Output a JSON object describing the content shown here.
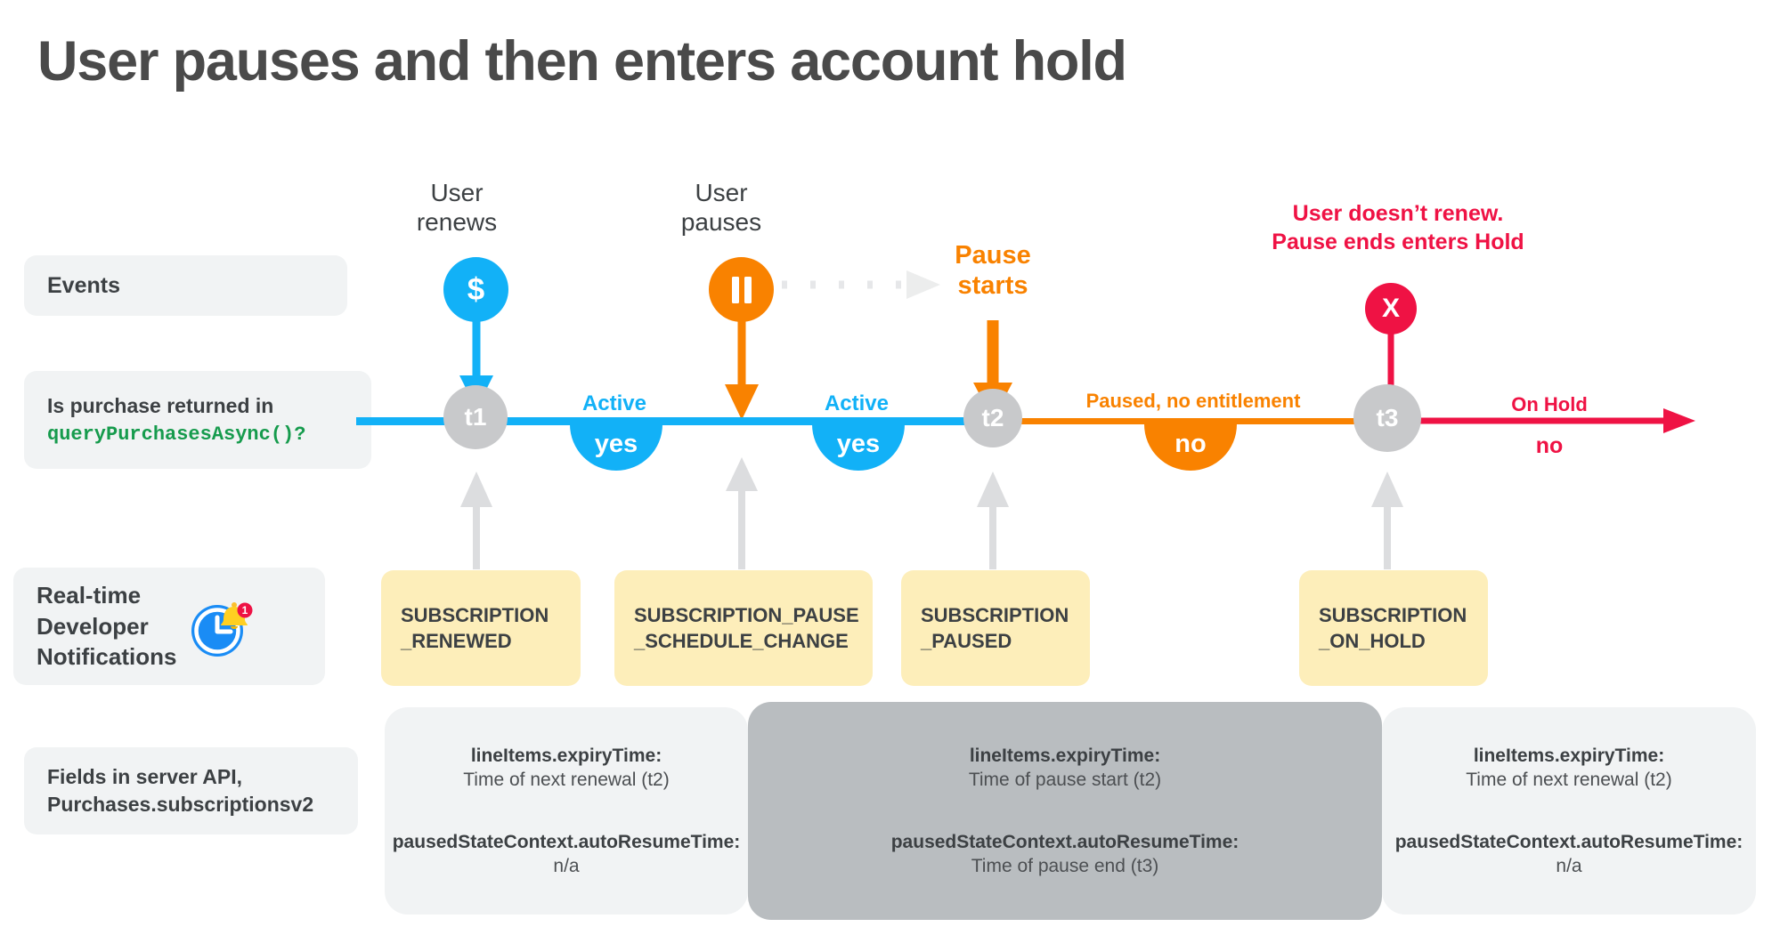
{
  "page": {
    "title": "User pauses and then enters account hold"
  },
  "colors": {
    "blue": "#12b1f7",
    "orange": "#f98200",
    "crimson": "#ef1244",
    "gray_node": "#c8c9cb",
    "gray_arrow": "#dcdddf",
    "yellow_card": "#fdeeba",
    "light_card": "#f1f3f4",
    "dark_card": "#b9bdc0",
    "code_green": "#169b4d",
    "text": "#3c4043"
  },
  "row_labels": {
    "events": "Events",
    "query_line1": "Is purchase returned in",
    "query_code": "queryPurchasesAsync()?",
    "rtdn": "Real-time\nDeveloper\nNotifications",
    "rtdn_icon": "clock-bell-notification-icon",
    "fields": "Fields in server API,\nPurchases.subscriptionsv2"
  },
  "events": [
    {
      "id": "user-renews",
      "caption": "User\nrenews",
      "glyph": "$",
      "icon_name": "dollar-icon",
      "color": "#12b1f7",
      "emphasis": false
    },
    {
      "id": "user-pauses",
      "caption": "User\npauses",
      "glyph": "pause",
      "icon_name": "pause-icon",
      "color": "#f98200",
      "emphasis": false
    },
    {
      "id": "pause-starts",
      "caption": "Pause\nstarts",
      "glyph": "",
      "icon_name": "",
      "color": "#f98200",
      "emphasis": true
    },
    {
      "id": "user-doesnt-renew",
      "caption": "User doesn’t renew.\nPause ends enters Hold",
      "glyph": "X",
      "icon_name": "x-icon",
      "color": "#ef1244",
      "emphasis": true
    }
  ],
  "timeline": {
    "nodes": [
      {
        "id": "t1",
        "label": "t1"
      },
      {
        "id": "t2",
        "label": "t2"
      },
      {
        "id": "t3",
        "label": "t3"
      }
    ],
    "segments": [
      {
        "id": "seg-active-1",
        "status": "Active",
        "answer": "yes",
        "color": "#12b1f7"
      },
      {
        "id": "seg-active-2",
        "status": "Active",
        "answer": "yes",
        "color": "#12b1f7"
      },
      {
        "id": "seg-paused",
        "status": "Paused, no entitlement",
        "answer": "no",
        "color": "#f98200"
      },
      {
        "id": "seg-on-hold",
        "status": "On Hold",
        "answer": "no",
        "color": "#ef1244"
      }
    ]
  },
  "notifications": [
    {
      "id": "subscription-renewed",
      "label": "SUBSCRIPTION\n_RENEWED"
    },
    {
      "id": "subscription-pause-schedule-change",
      "label": "SUBSCRIPTION_PAUSE\n_SCHEDULE_CHANGE"
    },
    {
      "id": "subscription-paused",
      "label": "SUBSCRIPTION\n_PAUSED"
    },
    {
      "id": "subscription-on-hold",
      "label": "SUBSCRIPTION\n_ON_HOLD"
    }
  ],
  "field_cards": [
    {
      "id": "fields-card-1",
      "tone": "light",
      "expiry_key": "lineItems.expiryTime:",
      "expiry_value": "Time of next renewal (t2)",
      "resume_key": "pausedStateContext.autoResumeTime:",
      "resume_value": "n/a"
    },
    {
      "id": "fields-card-2",
      "tone": "dark",
      "expiry_key": "lineItems.expiryTime:",
      "expiry_value": "Time of pause start (t2)",
      "resume_key": "pausedStateContext.autoResumeTime:",
      "resume_value": "Time of pause end (t3)"
    },
    {
      "id": "fields-card-3",
      "tone": "light",
      "expiry_key": "lineItems.expiryTime:",
      "expiry_value": "Time of next renewal (t2)",
      "resume_key": "pausedStateContext.autoResumeTime:",
      "resume_value": "n/a"
    }
  ]
}
